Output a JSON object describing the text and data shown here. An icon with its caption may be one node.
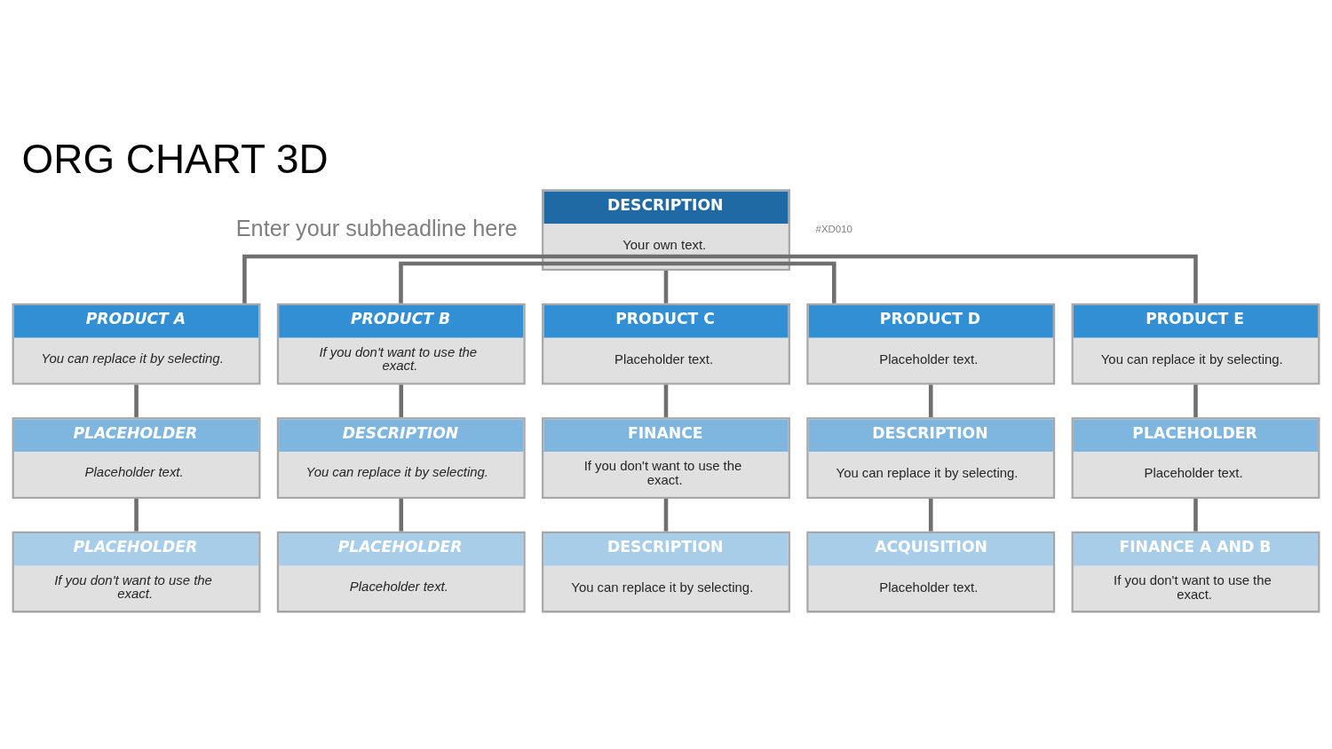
{
  "diagram": {
    "title": "ORG CHART 3D",
    "nodes": [
      {
        "text": [
          "DESCRIPTION",
          "Your own text."
        ]
      },
      {
        "text": [
          "PRODUCT A",
          "You can replace it by selecting."
        ]
      },
      {
        "text": [
          "PRODUCT B",
          "If you don't want to use the exact."
        ]
      },
      {
        "text": [
          "PRODUCT C",
          "Placeholder text."
        ]
      },
      {
        "text": [
          "PRODUCT D",
          "Placeholder text."
        ]
      },
      {
        "text": [
          "PRODUCT E",
          "You can replace it by selecting."
        ]
      },
      {
        "text": [
          "PLACEHOLDER",
          "Placeholder text."
        ]
      },
      {
        "text": [
          "DESCRIPTION",
          "You can replace it by selecting."
        ]
      },
      {
        "text": [
          "FINANCE",
          "If you don't want to use the exact."
        ]
      },
      {
        "text": [
          "DESCRIPTION",
          "You can replace it by selecting."
        ]
      },
      {
        "text": [
          "PLACEHOLDER",
          "Placeholder text."
        ]
      },
      {
        "text": [
          "PLACEHOLDER",
          "If you don't want to use the exact."
        ]
      },
      {
        "text": [
          "PLACEHOLDER",
          "Placeholder text."
        ]
      },
      {
        "text": [
          "DESCRIPTION",
          "You can replace it by selecting."
        ]
      },
      {
        "text": [
          "ACQUISITION",
          "Placeholder text."
        ]
      },
      {
        "text": [
          "FINANCE A AND B",
          "If you don't want to use the exact."
        ]
      }
    ],
    "edges": [
      {
        "from": 0,
        "to": 1,
        "arrow": "none"
      },
      {
        "from": 0,
        "to": 2,
        "arrow": "none"
      },
      {
        "from": 0,
        "to": 3,
        "arrow": "none"
      },
      {
        "from": 0,
        "to": 4,
        "arrow": "none"
      },
      {
        "from": 0,
        "to": 5,
        "arrow": "none"
      },
      {
        "from": 1,
        "to": 6,
        "arrow": "none"
      },
      {
        "from": 2,
        "to": 7,
        "arrow": "none"
      },
      {
        "from": 3,
        "to": 8,
        "arrow": "none"
      },
      {
        "from": 4,
        "to": 9,
        "arrow": "none"
      },
      {
        "from": 5,
        "to": 10,
        "arrow": "none"
      },
      {
        "from": 6,
        "to": 11,
        "arrow": "none"
      },
      {
        "from": 7,
        "to": 12,
        "arrow": "none"
      },
      {
        "from": 8,
        "to": 13,
        "arrow": "none"
      },
      {
        "from": 9,
        "to": 14,
        "arrow": "none"
      },
      {
        "from": 10,
        "to": 15,
        "arrow": "none"
      }
    ],
    "labels": [
      "Enter your subheadline here",
      "#XD010"
    ]
  }
}
